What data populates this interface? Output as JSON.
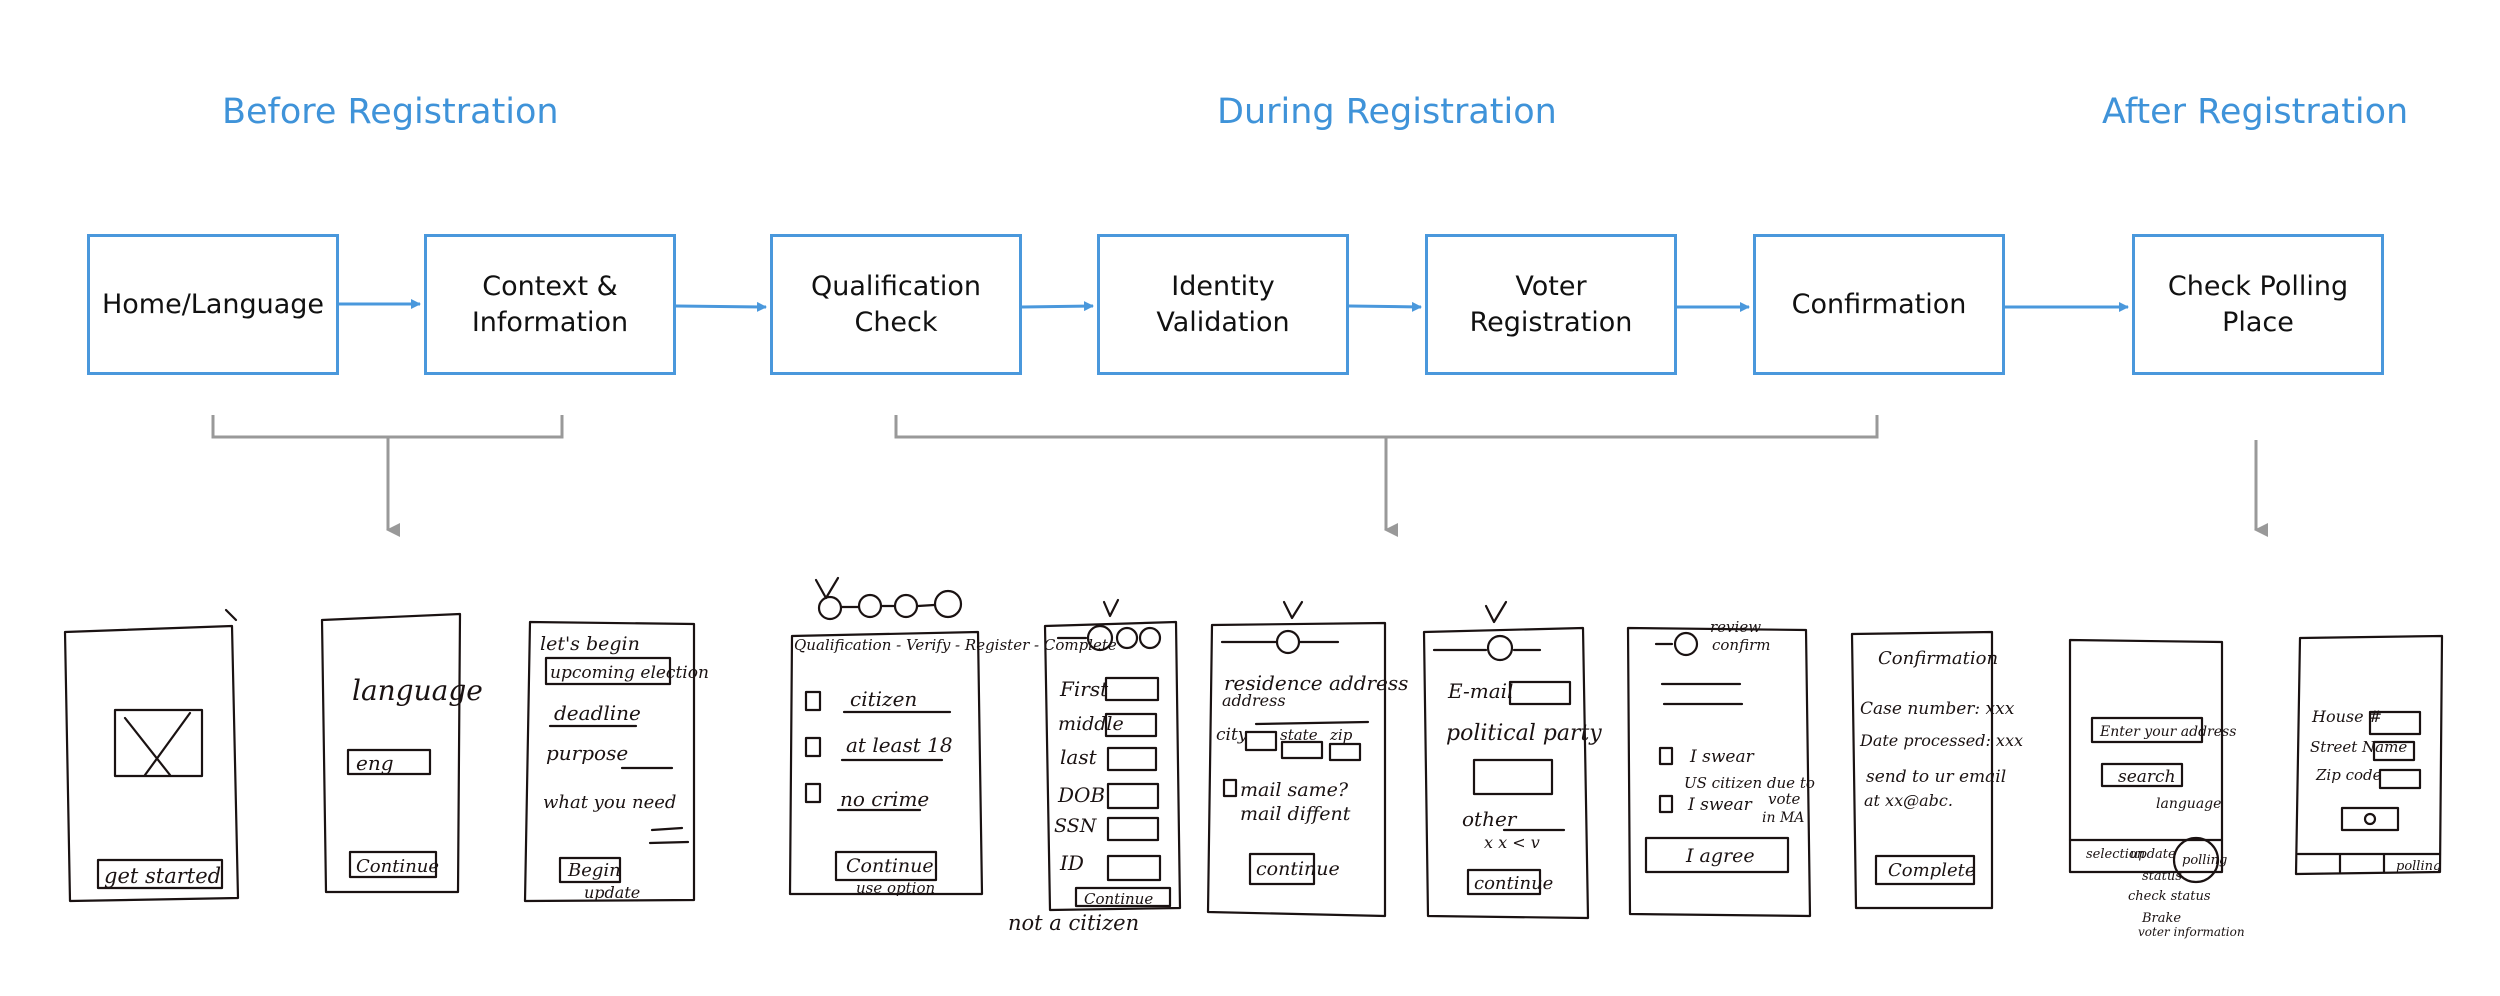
{
  "phases": [
    {
      "label": "Before Registration"
    },
    {
      "label": "During Registration"
    },
    {
      "label": "After Registration"
    }
  ],
  "steps": [
    {
      "label": "Home/Language"
    },
    {
      "label": "Context & Information"
    },
    {
      "label": "Qualification Check"
    },
    {
      "label": "Identity Validation"
    },
    {
      "label": "Voter Registration"
    },
    {
      "label": "Confirmation"
    },
    {
      "label": "Check Polling Place"
    }
  ],
  "colors": {
    "accent": "#4a98dc",
    "bracket": "#999999",
    "ink": "#1a1212"
  },
  "sketches": {
    "home": {
      "button": "get started"
    },
    "language": {
      "heading": "language",
      "choice": "eng",
      "button": "Continue"
    },
    "context": {
      "line1": "let's begin",
      "line2": "upcoming election",
      "line3": "deadline",
      "line4": "purpose",
      "line5": "what you need",
      "button": "Begin",
      "note": "update"
    },
    "progress_header": {
      "line1": "Qualification - Verify - Register - Complete"
    },
    "qualification": {
      "item1": "citizen",
      "item2": "at least 18",
      "item3": "no crime",
      "button": "Continue",
      "note": "use option"
    },
    "identity": {
      "field1": "First",
      "field2": "middle",
      "field3": "last",
      "field4": "DOB",
      "field5": "SSN",
      "field6": "ID",
      "button": "Continue",
      "note": "not a citizen"
    },
    "residence": {
      "line1": "residence address",
      "line2": "address",
      "line3": "city",
      "line4": "state",
      "line5": "zip",
      "line6": "mail same?",
      "line7": "mail diffent",
      "button": "continue"
    },
    "voter": {
      "field1": "E-mail",
      "field2": "political party",
      "field3": "other",
      "field4": "x x < v",
      "button": "continue"
    },
    "review": {
      "heading": "review",
      "subheading": "confirm",
      "item1": "I swear",
      "item2": "US citizen due to",
      "item3": "I swear",
      "item4": "vote",
      "item5": "in MA",
      "button": "I agree"
    },
    "confirm_screen": {
      "heading": "Confirmation",
      "line1": "Case number: xxx",
      "line2": "Date processed: xxx",
      "line3": "send to ur email",
      "line4": "at xx@abc.",
      "button": "Complete"
    },
    "polling": {
      "field1": "Enter your address",
      "button": "search",
      "link": "language",
      "tab1": "selection",
      "tab2": "update",
      "tab3": "polling",
      "note1": "status",
      "note2": "check status",
      "note3": "Brake",
      "note4": "voter information"
    },
    "address": {
      "field1": "House #",
      "field2": "Street Name",
      "field3": "Zip code",
      "tab": "polling"
    }
  }
}
